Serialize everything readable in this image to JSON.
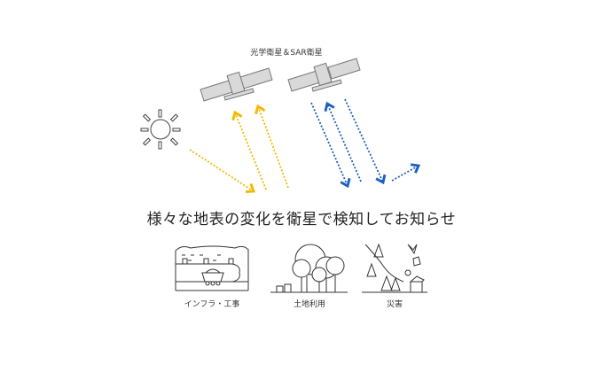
{
  "diagram": {
    "satellites_label": "光学衛星＆SAR衛星",
    "headline": "様々な地表の変化を衛星で検知してお知らせ",
    "categories": [
      {
        "label": "インフラ・工事",
        "icon": "tunnel-construction-icon"
      },
      {
        "label": "土地利用",
        "icon": "trees-land-use-icon"
      },
      {
        "label": "災害",
        "icon": "landslide-disaster-icon"
      }
    ],
    "colors": {
      "optical": "#f2b800",
      "sar": "#1f5fc4",
      "line": "#555555",
      "panel": "#d9d9d9"
    }
  }
}
